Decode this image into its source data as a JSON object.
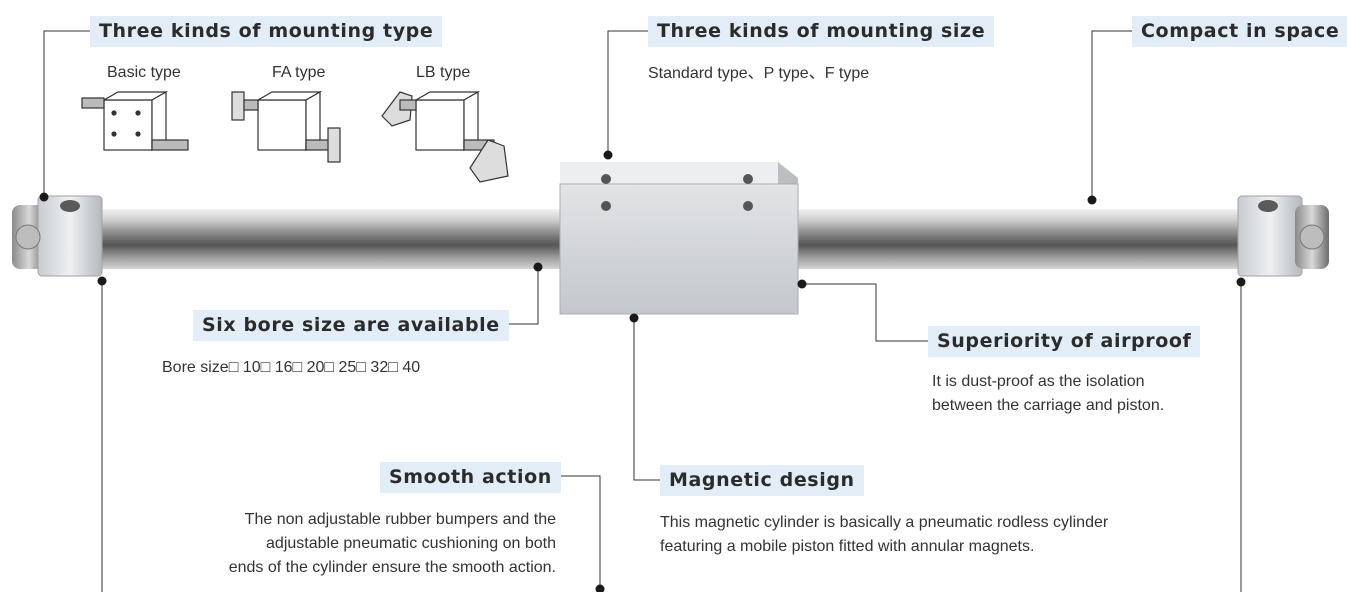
{
  "features": {
    "mounting_type": {
      "title": "Three kinds of mounting type",
      "types": [
        "Basic type",
        "FA type",
        "LB type"
      ]
    },
    "mounting_size": {
      "title": "Three kinds of mounting size",
      "text": "Standard type、P type、F type"
    },
    "compact": {
      "title": "Compact in space"
    },
    "bore": {
      "title": "Six bore size are available",
      "text": "Bore size□ 10□ 16□ 20□ 25□ 32□ 40"
    },
    "airproof": {
      "title": "Superiority of airproof",
      "lines": [
        "It is dust-proof as the isolation",
        "between the carriage and piston."
      ]
    },
    "smooth": {
      "title": "Smooth action",
      "lines": [
        "The non adjustable rubber bumpers and the",
        "adjustable pneumatic cushioning on both",
        "ends of the cylinder ensure the smooth action."
      ]
    },
    "magnetic": {
      "title": "Magnetic design",
      "lines": [
        "This magnetic cylinder is basically a pneumatic rodless cylinder",
        "featuring a mobile piston fitted with annular magnets."
      ]
    }
  },
  "colors": {
    "label_bg": "#e2edf7",
    "leader": "#333333",
    "dot": "#1a1a1a"
  }
}
